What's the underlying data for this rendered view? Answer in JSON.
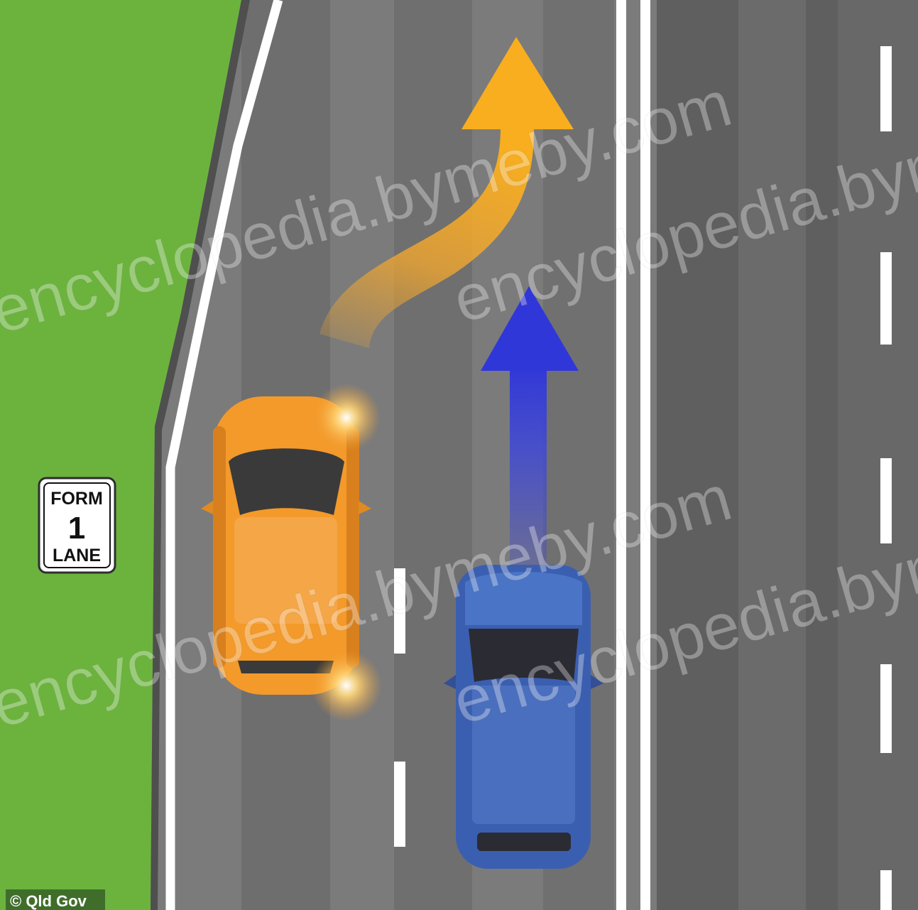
{
  "sign": {
    "line1": "FORM",
    "line2": "1",
    "line3": "LANE"
  },
  "watermark": {
    "text1": "encyclopedia.bymeby.com",
    "text2": "encyclopedia.bymeby.com",
    "text3": "encyclopedia.bymeby.com",
    "text4": "encyclopedia.bymeby.com"
  },
  "credit": "© Qld Gov",
  "colors": {
    "grass": "#6cb33e",
    "road": "#7a7a7a",
    "lane_marking": "#ffffff",
    "orange_car": "#f39a2b",
    "orange_arrow": "#f7a92c",
    "blue_car": "#3b5fb0",
    "blue_arrow": "#3f48d6"
  },
  "icons": {
    "orange_car": "car-icon",
    "blue_car": "car-icon",
    "merge_arrow": "curved-arrow-icon",
    "straight_arrow": "arrow-up-icon"
  }
}
